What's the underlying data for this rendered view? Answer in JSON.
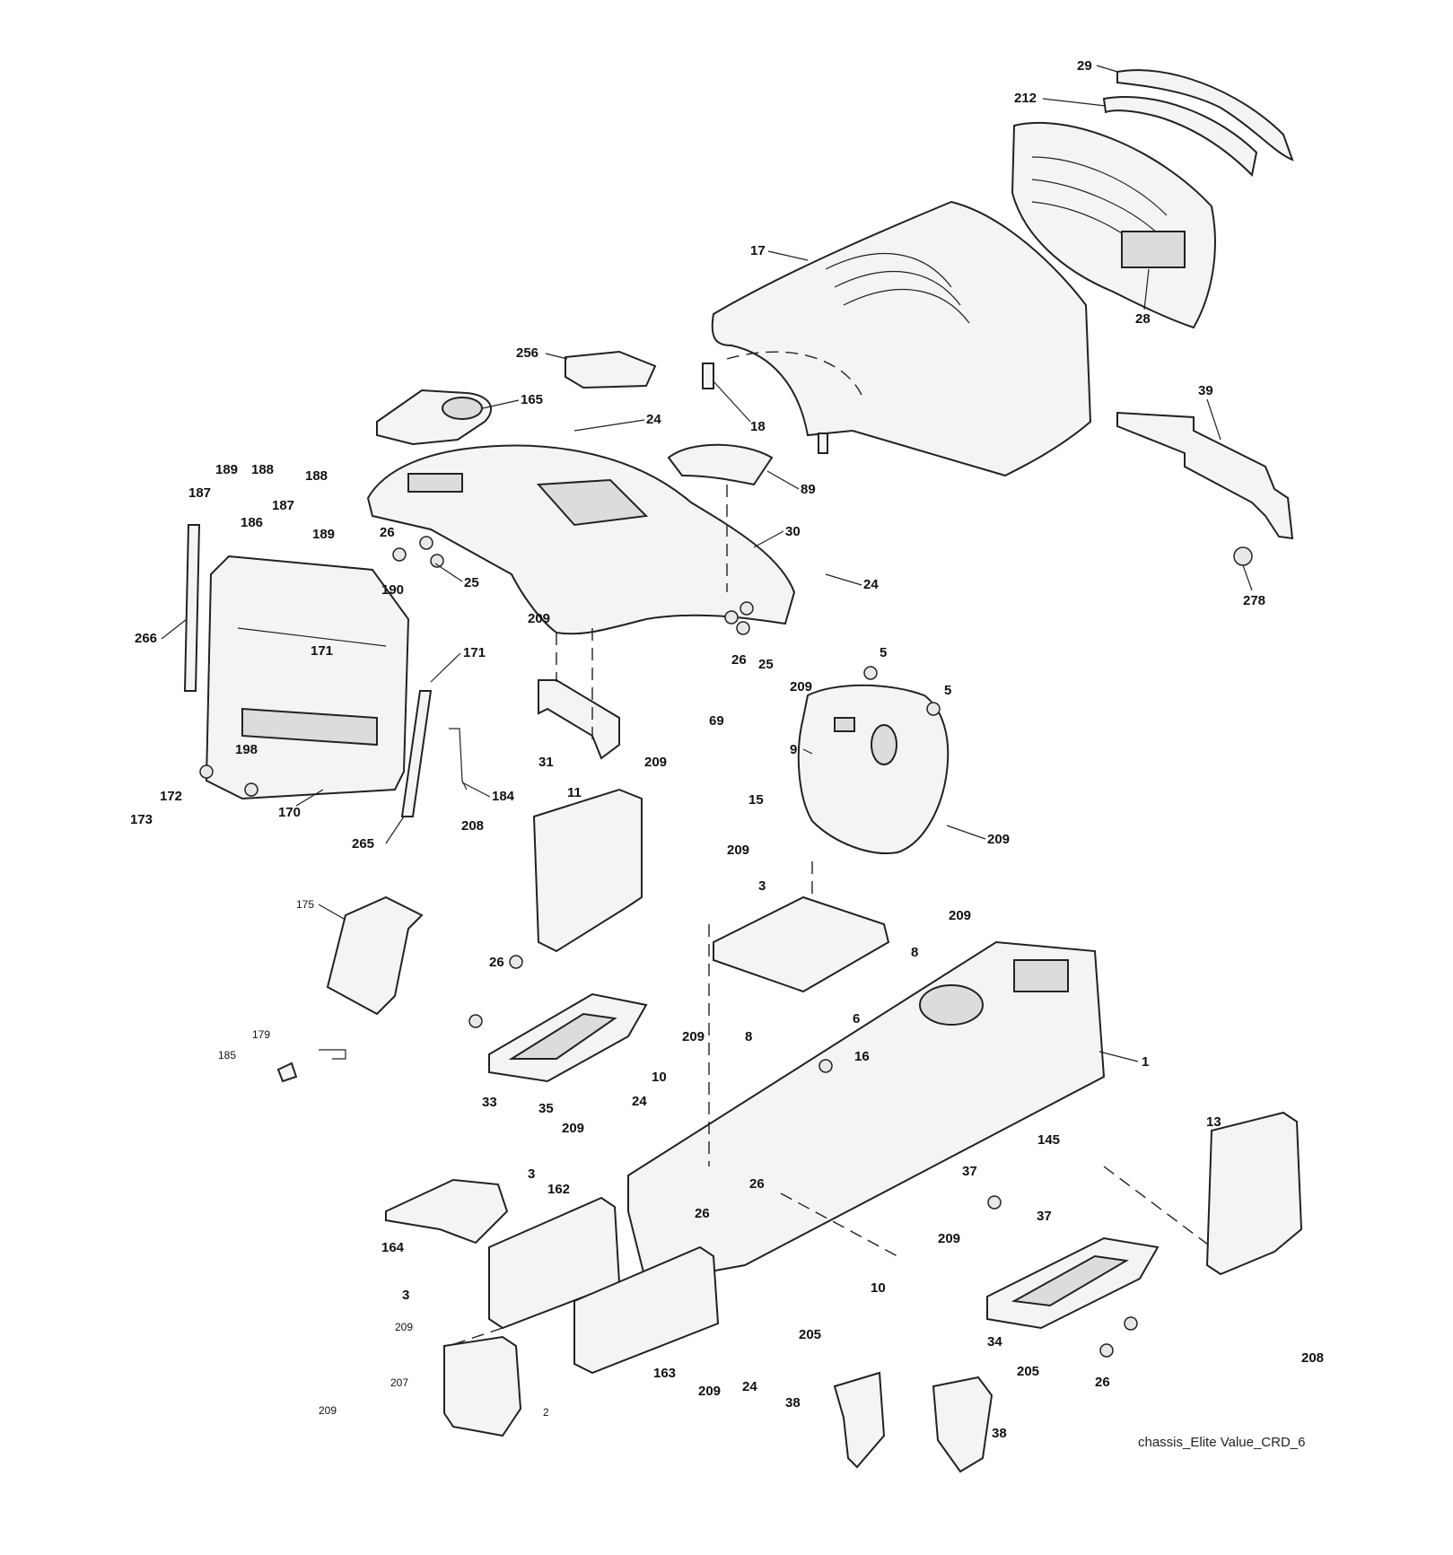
{
  "diagram": {
    "caption": "chassis_Elite Value_CRD_6",
    "callouts": [
      "29",
      "212",
      "17",
      "28",
      "39",
      "278",
      "256",
      "165",
      "24",
      "18",
      "89",
      "30",
      "25",
      "26",
      "189",
      "188",
      "187",
      "186",
      "190",
      "266",
      "171",
      "209",
      "31",
      "69",
      "5",
      "9",
      "15",
      "198",
      "172",
      "173",
      "170",
      "184",
      "265",
      "11",
      "208",
      "175",
      "3",
      "8",
      "6",
      "16",
      "1",
      "33",
      "10",
      "35",
      "179",
      "185",
      "13",
      "145",
      "37",
      "162",
      "164",
      "163",
      "205",
      "38",
      "34",
      "2",
      "207"
    ]
  }
}
